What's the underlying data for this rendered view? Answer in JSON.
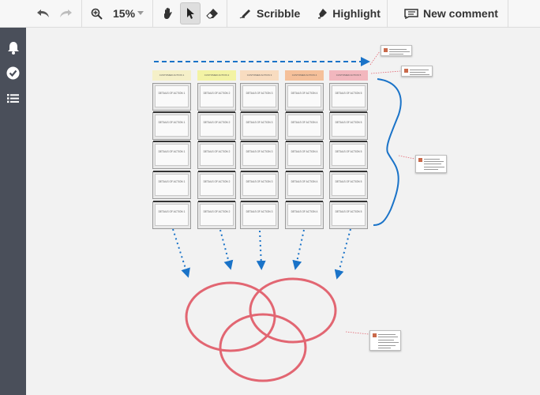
{
  "toolbar": {
    "zoom_label": "15%",
    "scribble_label": "Scribble",
    "highlight_label": "Highlight",
    "new_comment_label": "New comment"
  },
  "board": {
    "columns": [
      {
        "title": "CUSTOMER ACTION 1",
        "color": "#f5f0c8"
      },
      {
        "title": "CUSTOMER ACTION 2",
        "color": "#f3f3a4"
      },
      {
        "title": "CUSTOMER ACTION 3",
        "color": "#f8dcc0"
      },
      {
        "title": "CUSTOMER ACTION 4",
        "color": "#f5c09a"
      },
      {
        "title": "CUSTOMER ACTION 5",
        "color": "#f2b7be"
      }
    ],
    "rows": [
      [
        "DETAILS OF ACTION 1",
        "DETAILS OF ACTION 2",
        "DETAILS OF ACTION 3",
        "DETAILS OF ACTION 4",
        "DETAILS OF ACTION 5"
      ],
      [
        "DETAILS OF ACTION 1",
        "DETAILS OF ACTION 2",
        "DETAILS OF ACTION 3",
        "DETAILS OF ACTION 4",
        "DETAILS OF ACTION 5"
      ],
      [
        "DETAILS OF ACTION 1",
        "DETAILS OF ACTION 2",
        "DETAILS OF ACTION 3",
        "DETAILS OF ACTION 4",
        "DETAILS OF ACTION 5"
      ],
      [
        "DETAILS OF ACTION 1",
        "DETAILS OF ACTION 2",
        "DETAILS OF ACTION 3",
        "DETAILS OF ACTION 4",
        "DETAILS OF ACTION 5"
      ],
      [
        "DETAILS OF ACTION 1",
        "DETAILS OF ACTION 2",
        "DETAILS OF ACTION 3",
        "DETAILS OF ACTION 4",
        "DETAILS OF ACTION 5"
      ]
    ]
  },
  "colors": {
    "annotation_blue": "#1a73c8",
    "venn_red": "#e26672",
    "sidebar_bg": "#4a4f5a"
  },
  "icons": {
    "undo": "undo-icon",
    "redo": "redo-icon",
    "zoom": "zoom-in-icon",
    "hand": "hand-icon",
    "pointer": "pointer-icon",
    "eraser": "eraser-icon",
    "scribble": "pencil-icon",
    "highlight": "marker-icon",
    "comment": "comment-icon",
    "sidebar": [
      "bell-icon",
      "check-circle-icon",
      "list-icon"
    ]
  }
}
